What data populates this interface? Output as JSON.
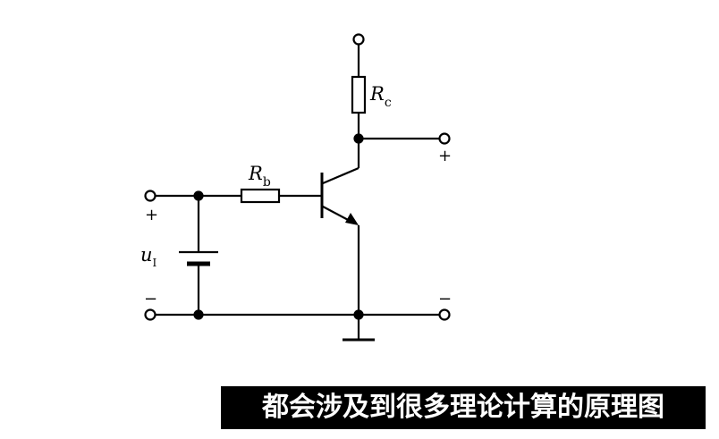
{
  "diagram": {
    "resistor_collector": {
      "symbol": "R",
      "subscript": "c"
    },
    "resistor_base": {
      "symbol": "R",
      "subscript": "b"
    },
    "input_voltage": {
      "symbol": "u",
      "subscript": "I"
    },
    "input_plus": "+",
    "input_minus": "−",
    "output_plus": "+",
    "output_minus": "−"
  },
  "caption": "都会涉及到很多理论计算的原理图",
  "colors": {
    "line": "#000000",
    "caption_bg": "#000000",
    "caption_text": "#ffffff"
  }
}
